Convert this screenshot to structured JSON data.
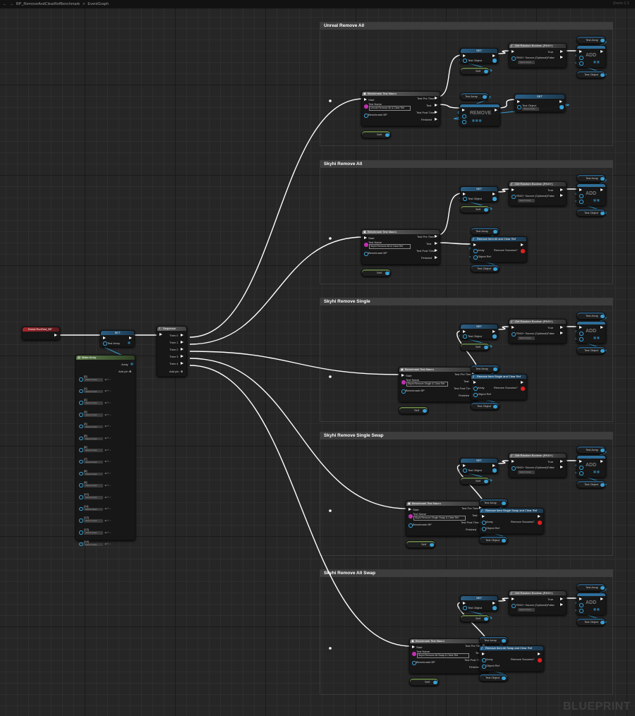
{
  "topbar": {
    "back_arrow": "←",
    "forward_arrow": "→",
    "asset": "BP_RemoveAndClearRefBenchmark",
    "separator": ">",
    "graph": "EventGraph",
    "zoom": "Zoom 1:1"
  },
  "watermark": "BLUEPRINT",
  "event_node": {
    "title": "Event RunTest_BP"
  },
  "set_main": {
    "title": "SET",
    "pin": "Test Array"
  },
  "sequence": {
    "title": "Sequence",
    "outputs": [
      "Then 0",
      "Then 1",
      "Then 2",
      "Then 3",
      "Then 4"
    ],
    "add_pin": "Add pin"
  },
  "make_array": {
    "title": "Make Array",
    "output": "Array",
    "add_pin": "Add pin",
    "select_label": "Select Asset",
    "indices": [
      "[0]",
      "[1]",
      "[2]",
      "[3]",
      "[4]",
      "[5]",
      "[6]",
      "[7]",
      "[8]",
      "[9]",
      "[10]",
      "[11]",
      "[12]",
      "[13]",
      "[14]"
    ]
  },
  "common": {
    "benchmark_title": "Benchmark Test Macro",
    "start": "Start",
    "test_name": "Test Name",
    "benchmark_bp": "Benchmark BP",
    "test_pre_time": "Test Pre Time",
    "test": "Test",
    "test_post_time": "Test Post Time",
    "finished": "Finished",
    "self": "Self",
    "set": "SET",
    "test_object": "Test Object",
    "test_array": "Test Array",
    "random_bool_title": "Get Random Boolean (RNG+)",
    "rng_source": "RNG+ Source (Optional)",
    "select_asset": "Select Asset",
    "true": "True",
    "false": "False",
    "add": "ADD",
    "remove": "REMOVE",
    "array": "Array",
    "object_ref": "Object Ref",
    "remove_success": "Remove Success?"
  },
  "sections": [
    {
      "title": "Unreal Remove All",
      "test_name": "Unreal Remove All & Clear Ref",
      "func": ""
    },
    {
      "title": "Skyhi Remove All",
      "test_name": "Skyhi Remove All & Clear Ref",
      "func": "Remove Item All and Clear Ref"
    },
    {
      "title": "Skyhi Remove Single",
      "test_name": "Skyhi Remove Single & Clear Ref",
      "func": "Remove Item Single and Clear Ref"
    },
    {
      "title": "Skyhi Remove Single Swap",
      "test_name": "Skyhi Remove Single Swap & Clear Ref",
      "func": "Remove Item Single Swap and Clear Ref"
    },
    {
      "title": "Skyhi Remove All Swap",
      "test_name": "Skyhi Remove All Swap & Clear Ref",
      "func": "Remove Item All Swap and Clear Ref"
    }
  ],
  "colors": {
    "exec": "#ffffff",
    "object": "#37a0d6",
    "string": "#c030b0",
    "bool": "#e02020",
    "event_header": "#a7272c",
    "function_header": "#2b5f85"
  }
}
